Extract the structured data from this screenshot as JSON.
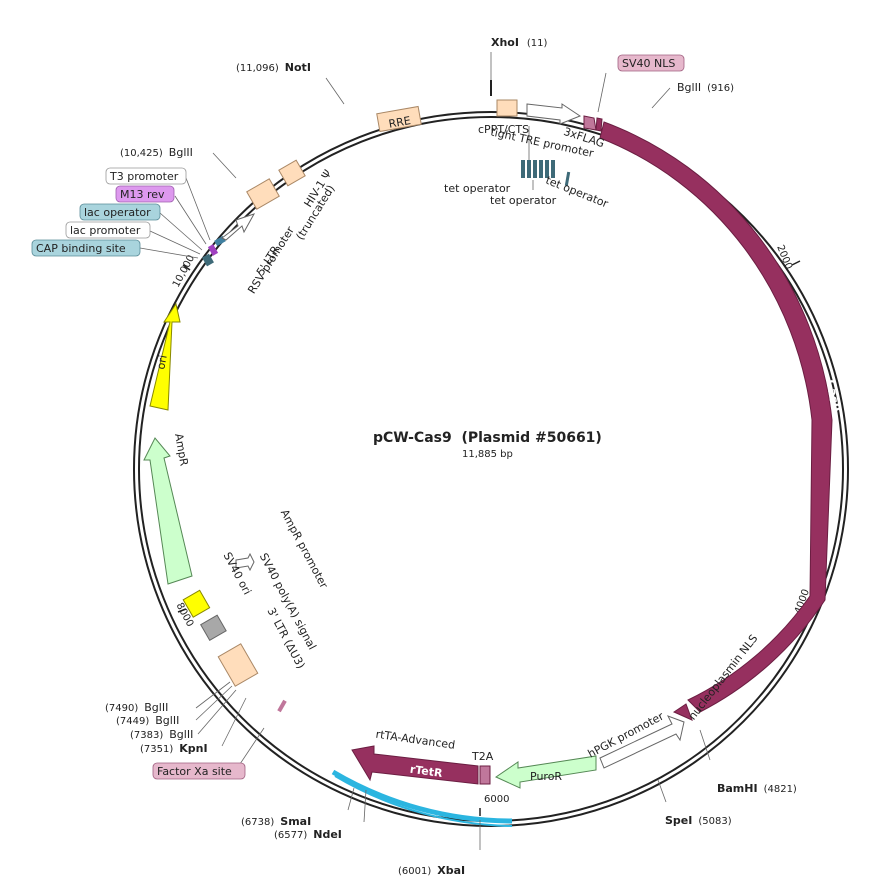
{
  "title": "pCW-Cas9  (Plasmid #50661)",
  "subtitle": "11,885 bp",
  "ticks": [
    "2000",
    "4000",
    "6000",
    "8000",
    "10,000"
  ],
  "sites": [
    {
      "name": "XhoI",
      "pos": "(11)"
    },
    {
      "name": "NotI",
      "pos": "(11,096)"
    },
    {
      "name": "BglII",
      "pos": "(916)"
    },
    {
      "name": "BglII",
      "pos": "(10,425)"
    },
    {
      "name": "BamHI",
      "pos": "(4821)"
    },
    {
      "name": "SpeI",
      "pos": "(5083)"
    },
    {
      "name": "XbaI",
      "pos": "(6001)"
    },
    {
      "name": "NdeI",
      "pos": "(6577)"
    },
    {
      "name": "SmaI",
      "pos": "(6738)"
    },
    {
      "name": "BglII",
      "pos": "(7490)"
    },
    {
      "name": "BglII",
      "pos": "(7449)"
    },
    {
      "name": "BglII",
      "pos": "(7383)"
    },
    {
      "name": "KpnI",
      "pos": "(7351)"
    }
  ],
  "boxed_labels": {
    "sv40_nls": "SV40 NLS",
    "t3_promoter": "T3 promoter",
    "m13_rev": "M13 rev",
    "lac_operator": "lac operator",
    "lac_promoter": "lac promoter",
    "cap_binding_site": "CAP binding site",
    "factor_xa_site": "Factor Xa site",
    "rre": "RRE"
  },
  "features": {
    "cas9": "Cas9",
    "rtetr": "rTetR",
    "puror": "PuroR",
    "ori": "ori",
    "ampr": "AmpR",
    "cppt": "cPPT/CTS",
    "tight_tre": "tight TRE promoter",
    "flag": "3xFLAG",
    "tet_op_1": "tet operator",
    "tet_op_2": "tet operator",
    "tet_op_3": "tet operator",
    "hiv": "HIV-1 Ψ",
    "truncated": "(truncated)",
    "ltr5": "5' LTR",
    "rsv": "RSV promoter",
    "ampr_promoter": "AmpR promoter",
    "sv40_ori": "SV40 ori",
    "sv40_polya": "SV40 poly(A) signal",
    "ltr3": "3' LTR (ΔU3)",
    "nucleoplasmin": "nucleoplasmin NLS",
    "hpgk": "hPGK promoter",
    "rtta": "rtTA-Advanced",
    "t2a": "T2A"
  },
  "colors": {
    "cas9": "#96305f",
    "rtetr": "#96305f",
    "ori": "#ffff00",
    "ampr": "#ccffcc",
    "puror": "#ccffcc",
    "ltr": "#ffddbb",
    "tet_operator": "#3e6a78",
    "lentivirus_box": "#ffddbb",
    "nls_box": "#e6b8cc",
    "lac_box": "#a9d4dd",
    "m13_box": "#dd99ee",
    "selection": "#2bb5e0",
    "sv40_ori": "#a8a8a8"
  }
}
